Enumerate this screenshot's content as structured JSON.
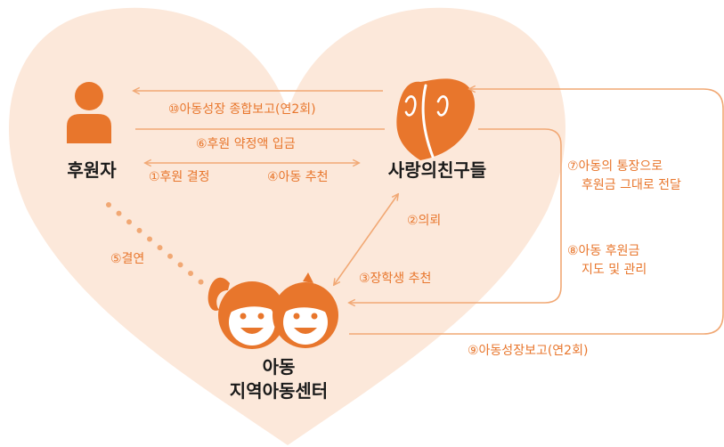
{
  "colors": {
    "accent": "#e8762c",
    "accent_light": "#f1a874",
    "heart_fill": "#fce8da",
    "text_dark": "#1a1a1a"
  },
  "nodes": {
    "sponsor": {
      "label": "후원자",
      "icon": "person-icon"
    },
    "org": {
      "label": "사랑의친구들",
      "icon": "heart-face-icon"
    },
    "child": {
      "line1": "아동",
      "line2": "지역아동센터",
      "icon": "children-faces-icon"
    }
  },
  "flows": {
    "f1": "①후원 결정",
    "f2": "②의뢰",
    "f3": "③장학생 추천",
    "f4": "④아동 추천",
    "f5": "⑤결연",
    "f6": "⑥후원 약정액 입금",
    "f7_line1": "⑦아동의 통장으로",
    "f7_line2": "후원금 그대로 전달",
    "f8_line1": "⑧아동 후원금",
    "f8_line2": "지도 및 관리",
    "f9": "⑨아동성장보고(연2회)",
    "f10": "⑩아동성장 종합보고(연2회)"
  }
}
